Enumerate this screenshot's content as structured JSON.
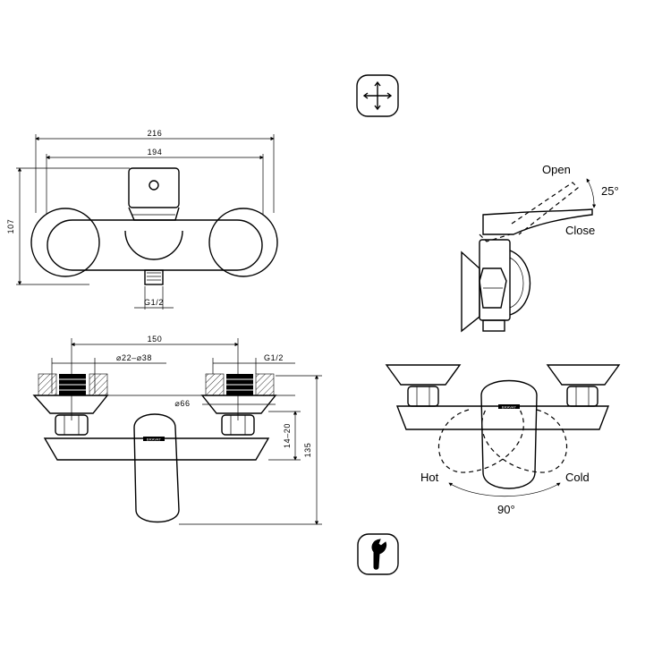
{
  "front_view": {
    "dimensions": {
      "overall_width": "216",
      "body_width": "194",
      "height": "107",
      "thread": "G1/2"
    }
  },
  "wall_view": {
    "dimensions": {
      "centers": "150",
      "tube_diameter": "⌀22–⌀38",
      "thread": "G1/2",
      "rosette_diameter": "⌀66",
      "eccentric_offset": "14–20",
      "depth": "135"
    }
  },
  "side_view": {
    "labels": {
      "open": "Open",
      "close": "Close",
      "angle": "25°"
    }
  },
  "rotation_view": {
    "labels": {
      "hot": "Hot",
      "cold": "Cold",
      "angle": "90°"
    },
    "brand_text": "BRAVAT"
  },
  "icons": [
    "crosshair-install-icon",
    "adjustable-wrench-icon"
  ]
}
